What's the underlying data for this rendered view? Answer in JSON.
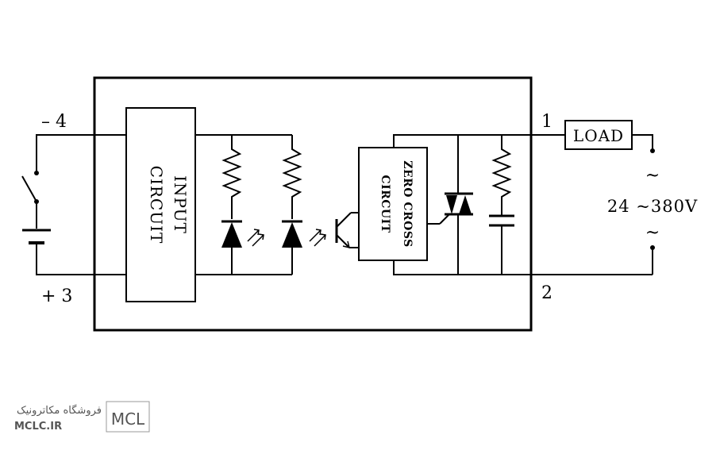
{
  "pins": {
    "pin4": "– 4",
    "pin3": "+ 3",
    "pin1": "1",
    "pin2": "2"
  },
  "blocks": {
    "input_circuit_line1": "INPUT",
    "input_circuit_line2": "CIRCUIT",
    "zero_cross_line1": "ZERO CROSS",
    "zero_cross_line2": "CIRCUIT",
    "load": "LOAD"
  },
  "supply": {
    "voltage": "24 ~380V",
    "ac_symbol": "~"
  },
  "watermark": {
    "text_fa": "فروشگاه مکاترونیک",
    "site": "MCLC.IR",
    "logo_letters": "MCL"
  }
}
